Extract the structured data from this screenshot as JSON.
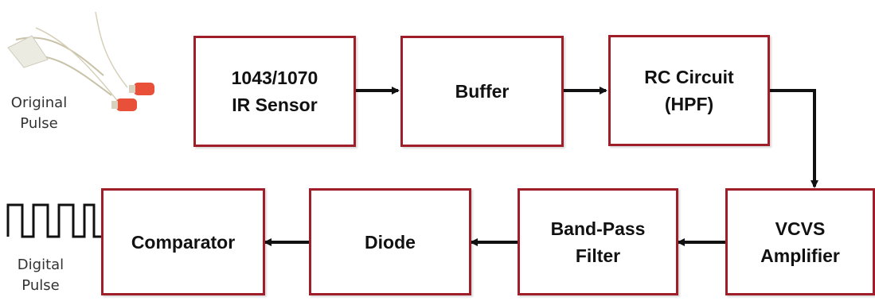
{
  "diagram": {
    "input": {
      "label": "Original\nPulse"
    },
    "output": {
      "label": "Digital\nPulse"
    },
    "blocks": [
      {
        "id": "ir-sensor",
        "label": "1043/1070\nIR Sensor"
      },
      {
        "id": "buffer",
        "label": "Buffer"
      },
      {
        "id": "rc-circuit",
        "label": "RC Circuit\n(HPF)"
      },
      {
        "id": "vcvs-amplifier",
        "label": "VCVS\nAmplifier"
      },
      {
        "id": "band-pass-filter",
        "label": "Band-Pass\nFilter"
      },
      {
        "id": "diode",
        "label": "Diode"
      },
      {
        "id": "comparator",
        "label": "Comparator"
      }
    ],
    "colors": {
      "block_border": "#a01e2a",
      "arrow": "#111111",
      "led": "#e8503a"
    }
  }
}
